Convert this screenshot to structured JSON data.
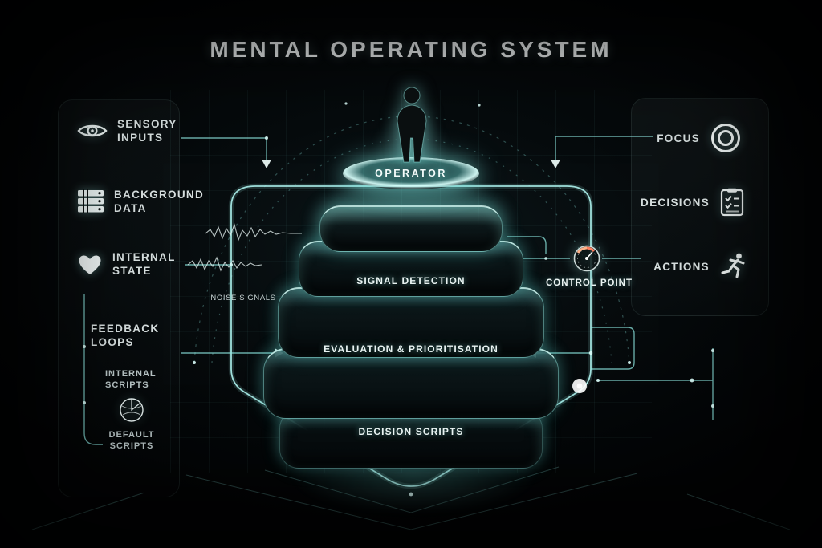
{
  "title": "MENTAL OPERATING SYSTEM",
  "colors": {
    "accent": "#7fe9e1",
    "accent_bright": "#d9fffa",
    "warm": "#ff8f66",
    "text": "#dde6e6",
    "background": "#040607"
  },
  "operator": {
    "label": "OPERATOR",
    "figure": "person-silhouette"
  },
  "left_panel": {
    "items": [
      {
        "icon": "eye-icon",
        "line1": "SENSORY",
        "line2": "INPUTS"
      },
      {
        "icon": "database-icon",
        "line1": "BACKGROUND",
        "line2": "DATA"
      },
      {
        "icon": "heart-icon",
        "line1": "INTERNAL",
        "line2": "STATE"
      },
      {
        "icon": "",
        "line1": "FEEDBACK",
        "line2": "LOOPS"
      },
      {
        "icon": "",
        "line1": "INTERNAL",
        "line2": "SCRIPTS"
      },
      {
        "icon": "dial-icon",
        "line1": "DEFAULT",
        "line2": "SCRIPTS"
      }
    ]
  },
  "right_panel": {
    "items": [
      {
        "label": "FOCUS",
        "icon": "target-icon"
      },
      {
        "label": "DECISIONS",
        "icon": "checklist-icon"
      },
      {
        "label": "ACTIONS",
        "icon": "runner-icon"
      }
    ]
  },
  "stack": {
    "layers": [
      {
        "label": "SIGNAL DETECTION"
      },
      {
        "label": "EVALUATION & PRIORITISATION"
      },
      {
        "label": "DECISION SCRIPTS"
      }
    ]
  },
  "annotations": {
    "noise_signals": "NOISE SIGNALS",
    "control_point": "CONTROL POINT"
  }
}
